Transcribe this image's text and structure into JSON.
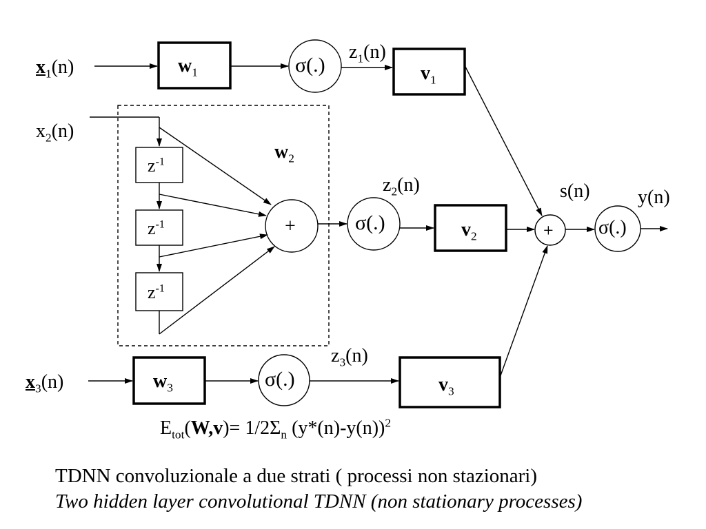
{
  "diagram": {
    "inputs": {
      "x1": {
        "sym": "x",
        "sub": "1",
        "arg": "(n)"
      },
      "x2": {
        "sym": "x",
        "sub": "2",
        "arg": "(n)"
      },
      "x3": {
        "sym": "x",
        "sub": "3",
        "arg": "(n)"
      }
    },
    "weights": {
      "w1": {
        "sym": "w",
        "sub": "1"
      },
      "w2": {
        "sym": "w",
        "sub": "2"
      },
      "w3": {
        "sym": "w",
        "sub": "3"
      }
    },
    "outputs_v": {
      "v1": {
        "sym": "v",
        "sub": "1"
      },
      "v2": {
        "sym": "v",
        "sub": "2"
      },
      "v3": {
        "sym": "v",
        "sub": "3"
      }
    },
    "hidden": {
      "z1": {
        "sym": "z",
        "sub": "1",
        "arg": "(n)"
      },
      "z2": {
        "sym": "z",
        "sub": "2",
        "arg": "(n)"
      },
      "z3": {
        "sym": "z",
        "sub": "3",
        "arg": "(n)"
      }
    },
    "delay": {
      "base": "z",
      "exp": "-1"
    },
    "sigma": "σ(.)",
    "plus": "+",
    "s": "s(n)",
    "y": "y(n)",
    "error": {
      "e": "E",
      "e_sub": "tot",
      "open": "(",
      "args": "W,v",
      "close": ")",
      "eq": "= 1/2Σ",
      "sum_sub": "n",
      "expr": " (y*(n)-y(n))",
      "exp": "2"
    }
  },
  "caption": {
    "line1": "TDNN convoluzionale a due strati ( processi non stazionari)",
    "line2": "Two hidden layer convolutional TDNN (non stationary processes)"
  }
}
